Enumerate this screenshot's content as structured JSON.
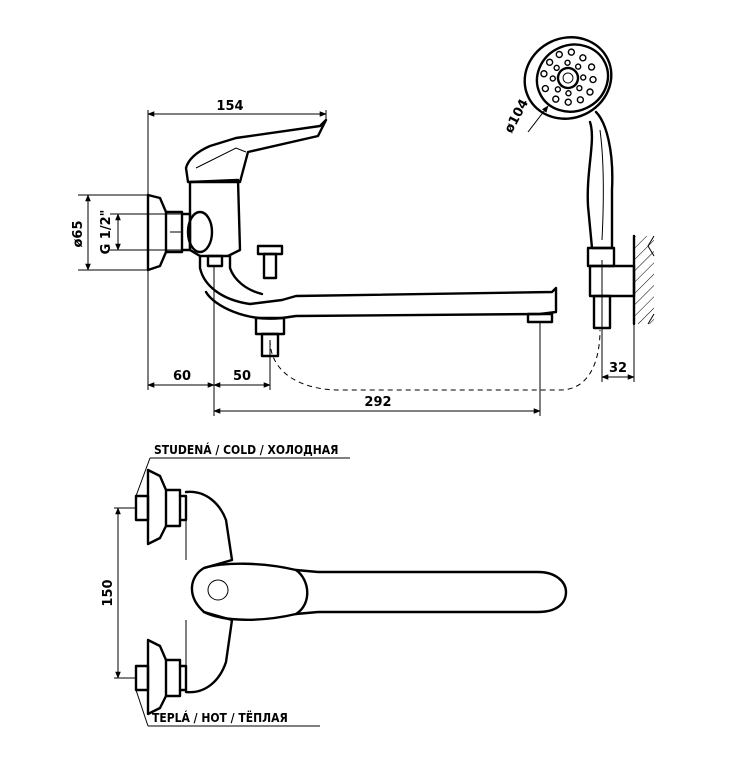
{
  "dimensions": {
    "width_overall": "154",
    "diameter_flange": "ø65",
    "thread": "G 1/2\"",
    "offset_left": "60",
    "offset_mid": "50",
    "spout_length": "292",
    "wall_offset": "32",
    "shower_diameter": "ø104",
    "center_distance": "150"
  },
  "labels": {
    "cold": "STUDENÁ / COLD / ХОЛОДНАЯ",
    "hot": "TEPLÁ / HOT / TЁПЛАЯ"
  }
}
